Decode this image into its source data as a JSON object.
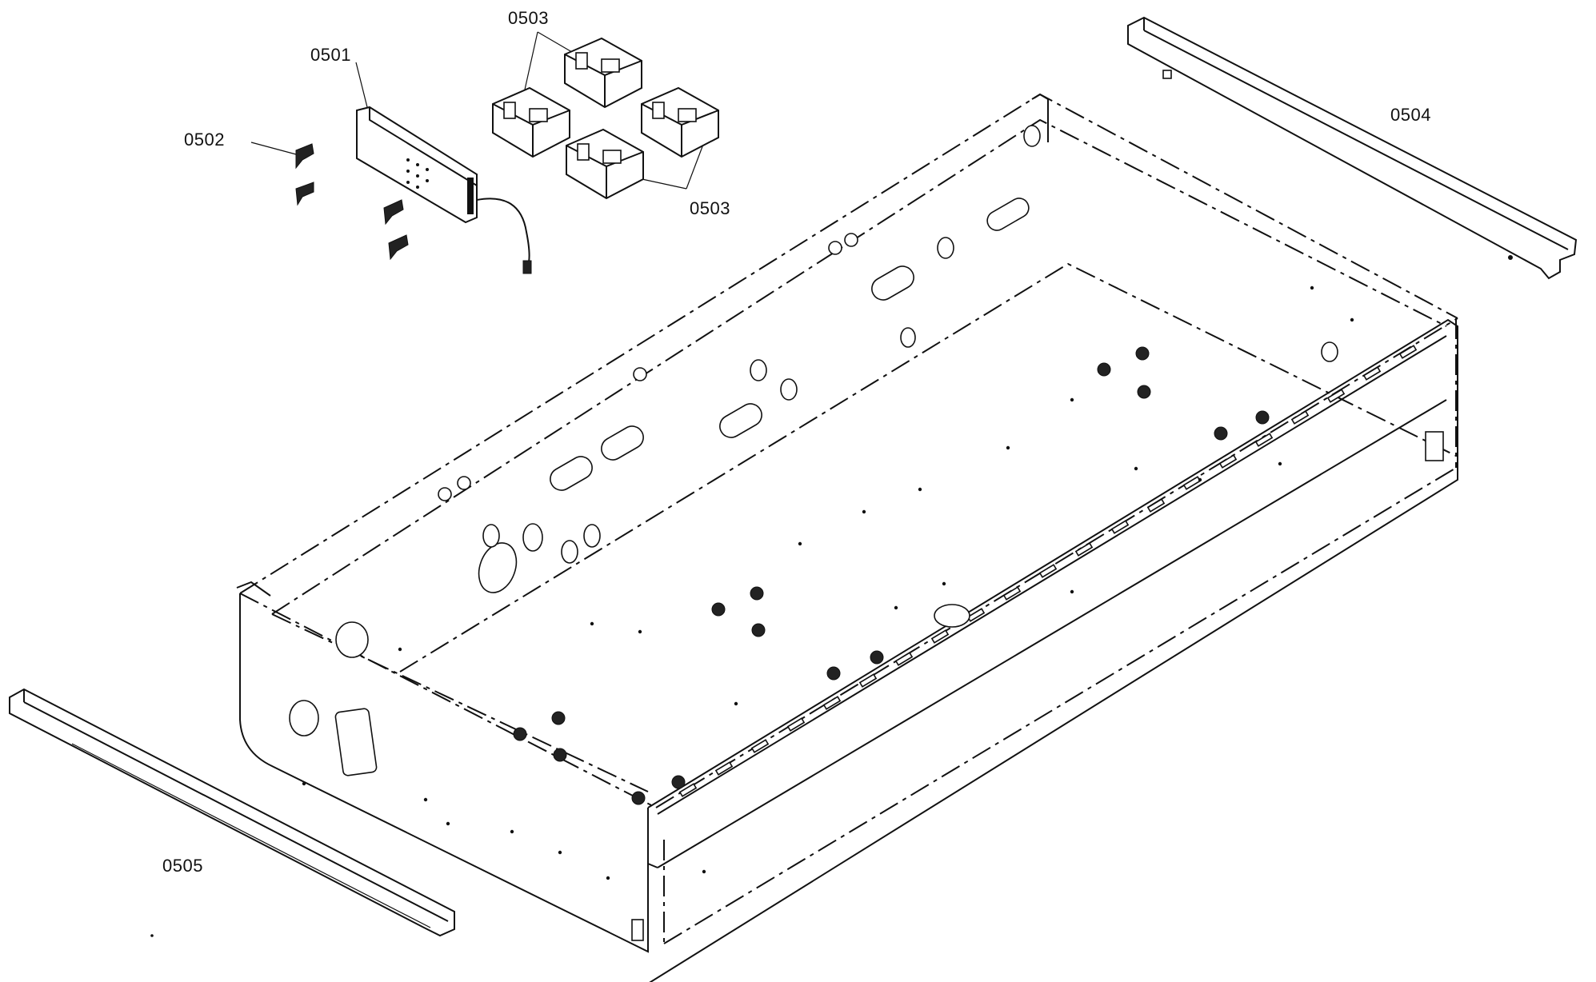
{
  "diagram": {
    "colors": {
      "line": "#111111",
      "background": "#ffffff"
    },
    "parts": [
      {
        "id": "0501",
        "label": "0501",
        "name": "control circuit board"
      },
      {
        "id": "0502",
        "label": "0502",
        "name": "board standoff clips"
      },
      {
        "id": "0503",
        "label": "0503",
        "name": "terminal blocks"
      },
      {
        "id": "0504",
        "label": "0504",
        "name": "rear trim rail"
      },
      {
        "id": "0505",
        "label": "0505",
        "name": "front trim rail"
      }
    ],
    "labels": {
      "board": "0501",
      "clips": "0502",
      "blocks_top": "0503",
      "blocks_bottom": "0503",
      "rear_rail": "0504",
      "front_rail": "0505"
    }
  }
}
